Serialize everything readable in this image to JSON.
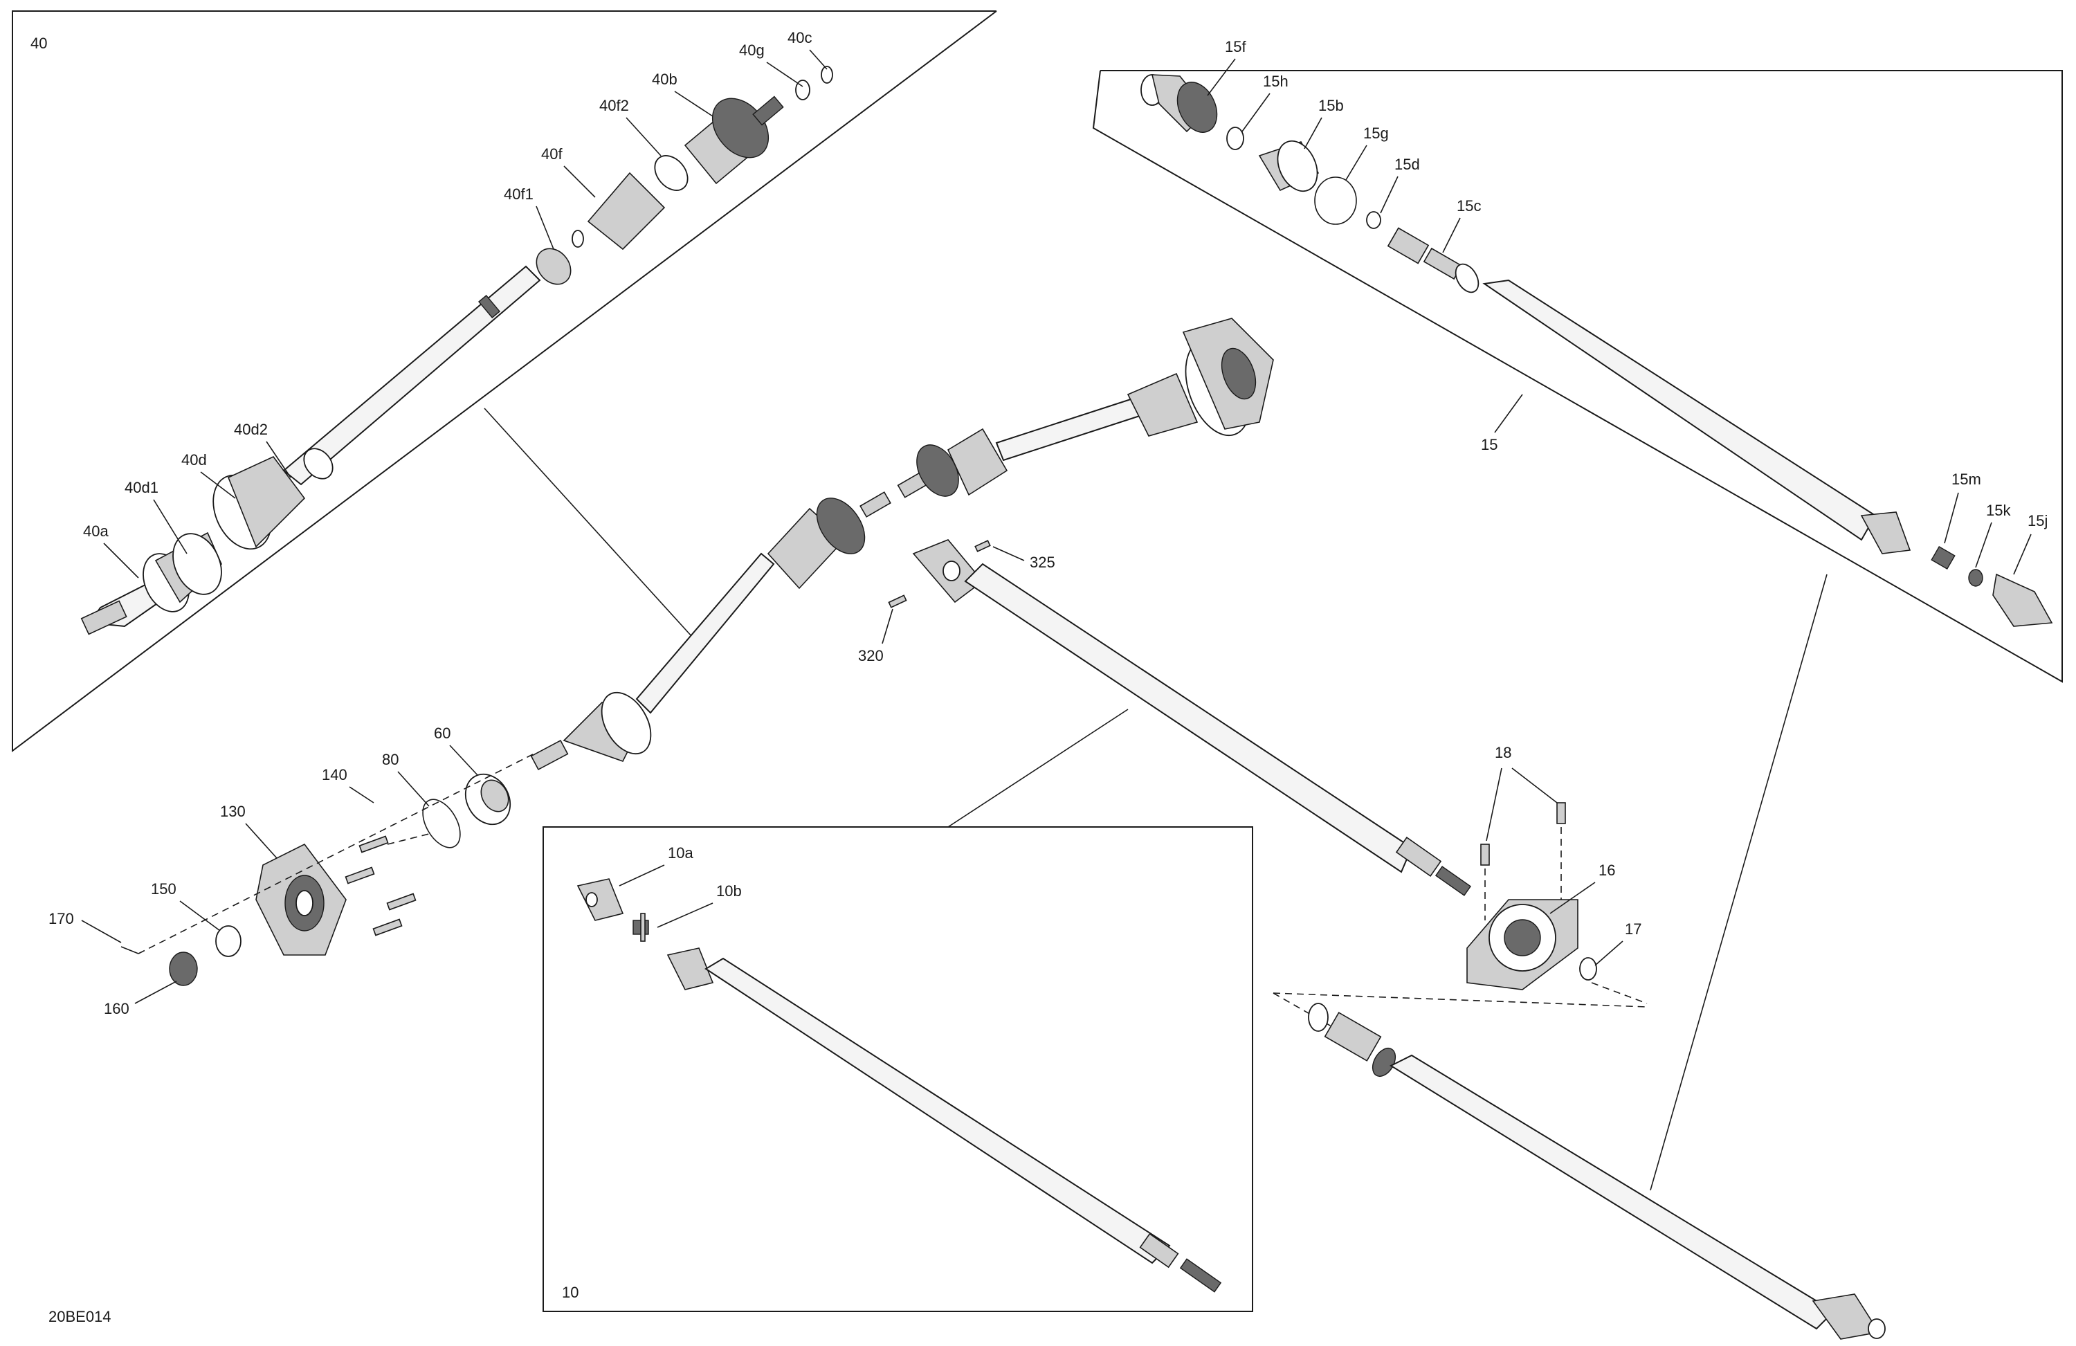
{
  "drawing_id": "20BE014",
  "sections": {
    "s40": "40",
    "s10": "10",
    "s15": "15"
  },
  "callouts": {
    "c40a": "40a",
    "c40b": "40b",
    "c40c": "40c",
    "c40d": "40d",
    "c40d1": "40d1",
    "c40d2": "40d2",
    "c40f": "40f",
    "c40f1": "40f1",
    "c40f2": "40f2",
    "c40g": "40g",
    "c15f": "15f",
    "c15h": "15h",
    "c15b": "15b",
    "c15g": "15g",
    "c15d": "15d",
    "c15c": "15c",
    "c15m": "15m",
    "c15k": "15k",
    "c15j": "15j",
    "c10a": "10a",
    "c10b": "10b",
    "c16": "16",
    "c17": "17",
    "c18": "18",
    "c60": "60",
    "c80": "80",
    "c130": "130",
    "c140": "140",
    "c150": "150",
    "c160": "160",
    "c170": "170",
    "c320": "320",
    "c325": "325"
  }
}
